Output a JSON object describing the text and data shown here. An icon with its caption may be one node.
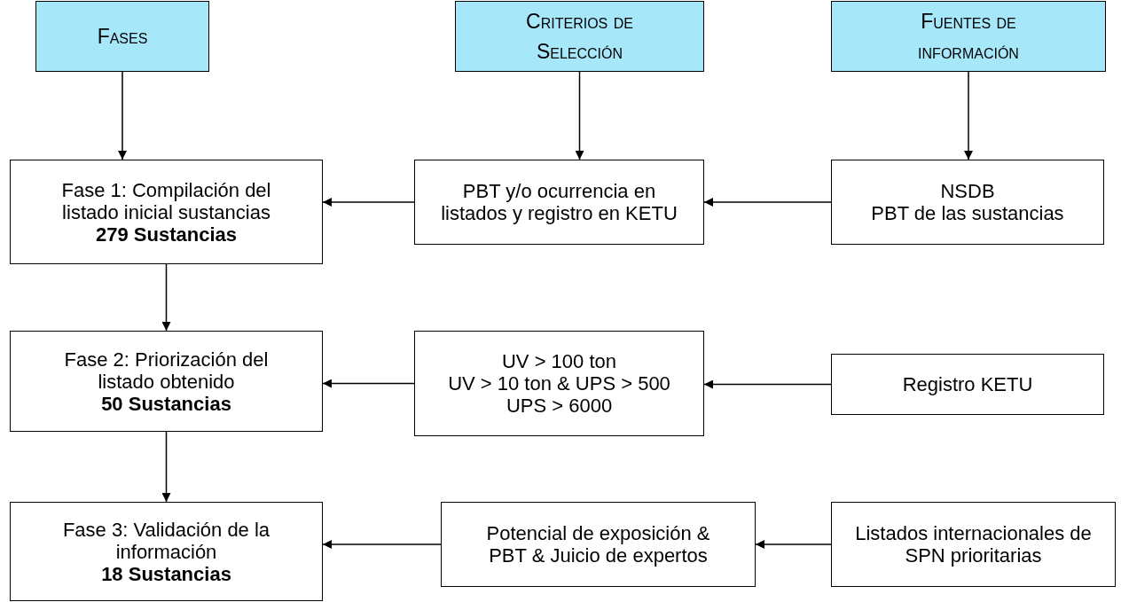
{
  "diagram": {
    "nodes": [
      {
        "text": [
          "Fases"
        ]
      },
      {
        "text": [
          "Criterios de Selección"
        ]
      },
      {
        "text": [
          "Fuentes de información"
        ]
      },
      {
        "text": [
          "Fase 1: Compilación del listado inicial sustancias",
          "279 Sustancias"
        ]
      },
      {
        "text": [
          "PBT y/o ocurrencia en listados y registro en KETU"
        ]
      },
      {
        "text": [
          "NSDB",
          "PBT de las sustancias"
        ]
      },
      {
        "text": [
          "Fase 2: Priorización del listado obtenido",
          "50 Sustancias"
        ]
      },
      {
        "text": [
          "UV > 100 ton",
          "UV > 10 ton & UPS > 500",
          "UPS > 6000"
        ]
      },
      {
        "text": [
          "Registro KETU"
        ]
      },
      {
        "text": [
          "Fase 3: Validación de la información",
          "18 Sustancias"
        ]
      },
      {
        "text": [
          "Potencial de exposición & PBT & Juicio de expertos"
        ]
      },
      {
        "text": [
          "Listados internacionales de SPN prioritarias"
        ]
      }
    ],
    "edges": [
      {
        "from": 0,
        "to": 3,
        "arrow": "to"
      },
      {
        "from": 1,
        "to": 4,
        "arrow": "to"
      },
      {
        "from": 2,
        "to": 5,
        "arrow": "to"
      },
      {
        "from": 5,
        "to": 4,
        "arrow": "to"
      },
      {
        "from": 4,
        "to": 3,
        "arrow": "to"
      },
      {
        "from": 3,
        "to": 6,
        "arrow": "to"
      },
      {
        "from": 8,
        "to": 7,
        "arrow": "to"
      },
      {
        "from": 7,
        "to": 6,
        "arrow": "to"
      },
      {
        "from": 6,
        "to": 9,
        "arrow": "to"
      },
      {
        "from": 11,
        "to": 10,
        "arrow": "to"
      },
      {
        "from": 10,
        "to": 9,
        "arrow": "to"
      }
    ]
  }
}
